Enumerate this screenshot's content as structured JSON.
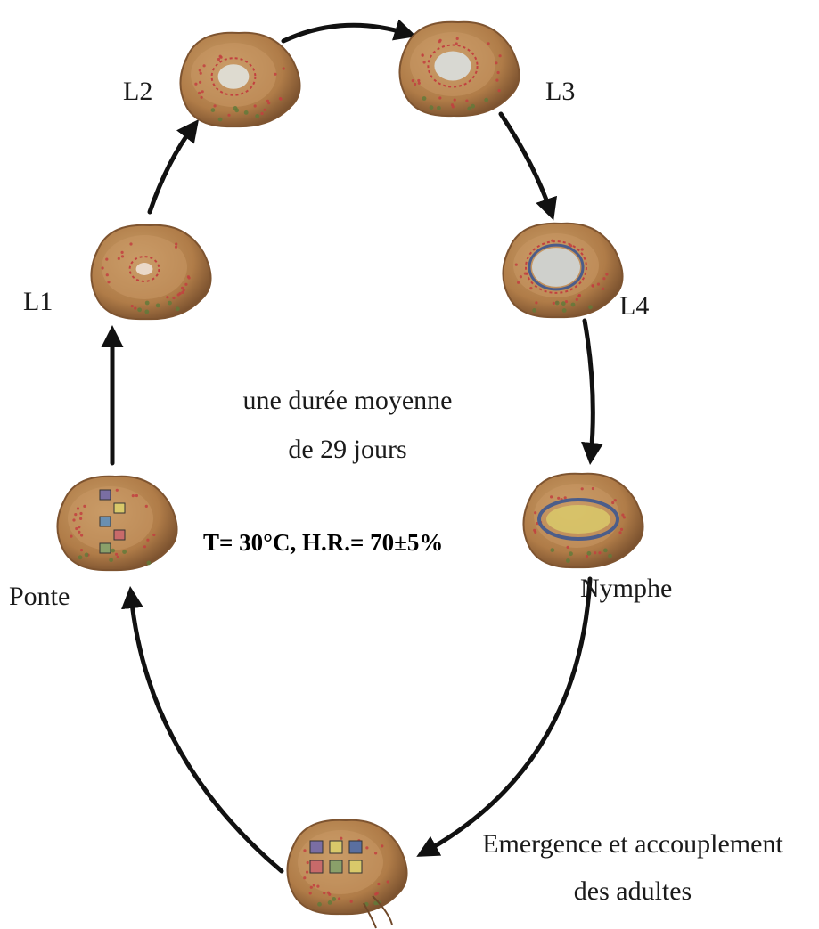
{
  "diagram": {
    "stages": [
      {
        "id": "l2",
        "label": "L2",
        "larva_color": "#dedbd0",
        "larva_size": 0.45
      },
      {
        "id": "l3",
        "label": "L3",
        "larva_color": "#d8d8d2",
        "larva_size": 0.55
      },
      {
        "id": "l4",
        "label": "L4",
        "larva_color": "#cfd0cc",
        "larva_size": 0.75
      },
      {
        "id": "nymphe",
        "label": "Nymphe",
        "larva_color": "#d9c96a",
        "larva_size": 0.8
      },
      {
        "id": "emergence",
        "label_line1": "Emergence et accouplement",
        "label_line2": "des adultes"
      },
      {
        "id": "ponte",
        "label": "Ponte"
      },
      {
        "id": "l1",
        "label": "L1",
        "larva_color": "#ead9c9",
        "larva_size": 0.2
      }
    ],
    "center": {
      "line1": "une durée moyenne",
      "line2": "de 29 jours",
      "conditions": "T= 30°C, H.R.= 70±5%"
    },
    "colors": {
      "seed": "#b07c48",
      "seed_dark": "#7e5430",
      "seed_light": "#c99865",
      "arrow": "#111111",
      "text": "#1a1a1a",
      "stipple_red": "#c2403f",
      "stipple_green": "#5f7a3a",
      "ring": "#4b5d8a"
    }
  }
}
